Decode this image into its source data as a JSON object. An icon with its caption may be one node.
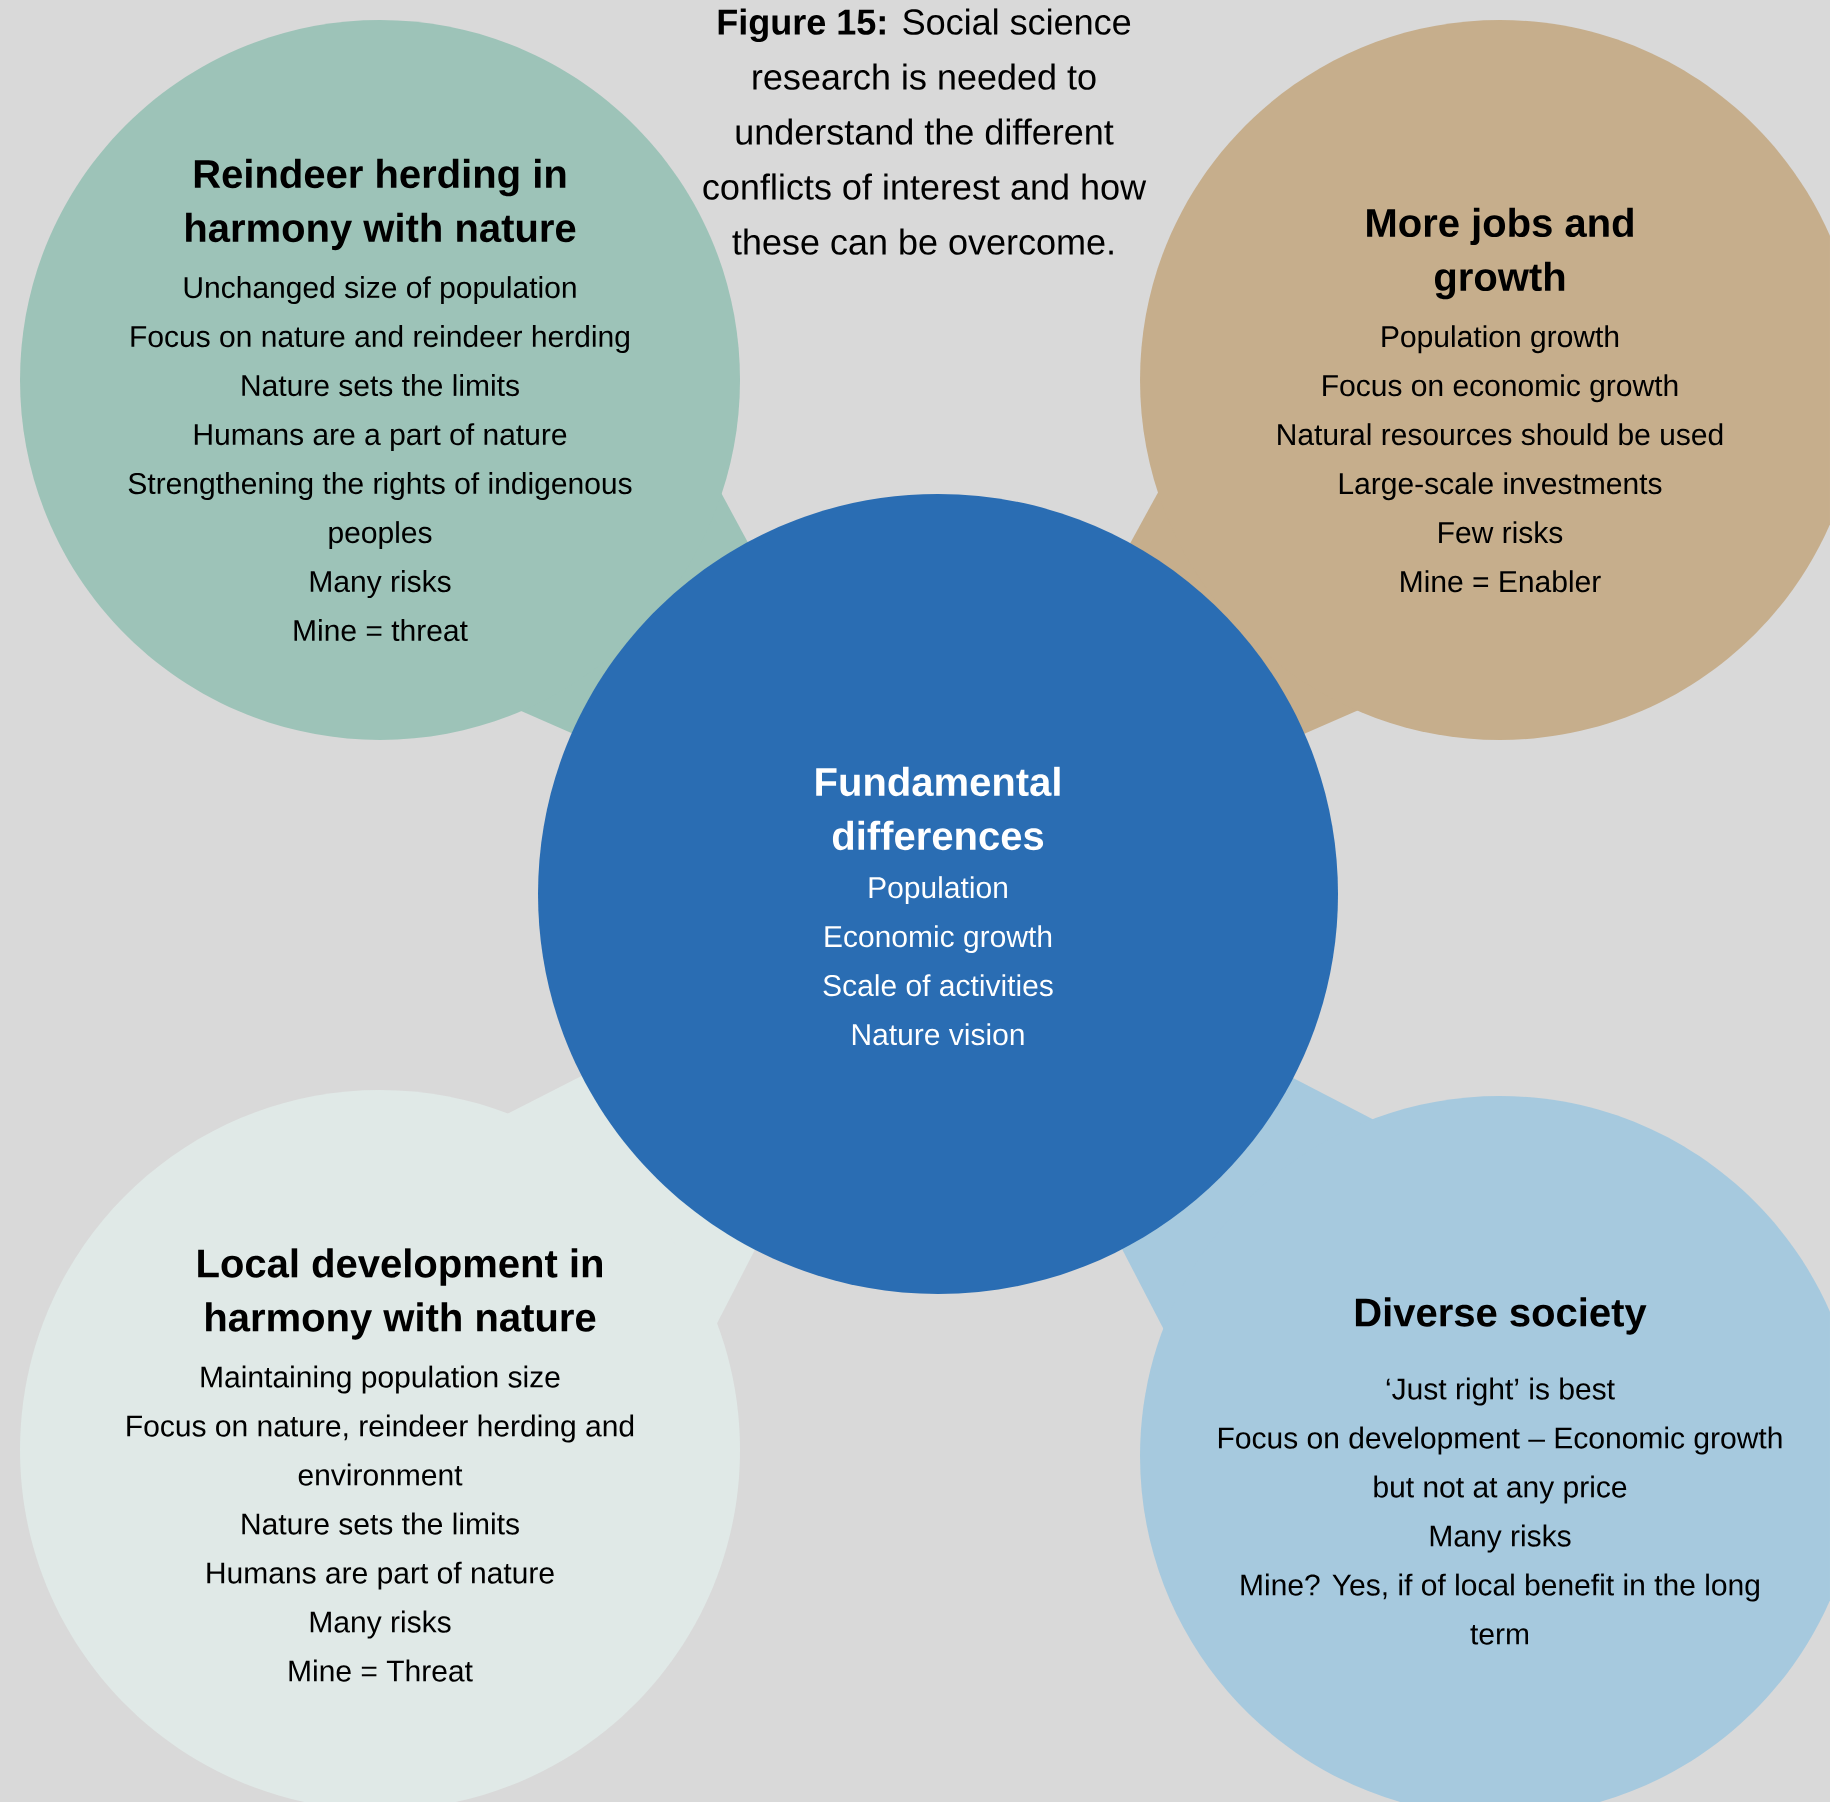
{
  "diagram": {
    "caption": "**Figure 15:** Social science research is needed to understand the different conflicts of interest and how these can be overcome.",
    "nodes": [
      {
        "text": [
          "Reindeer herding in harmony with nature",
          "Unchanged size of population",
          "Focus on nature and reindeer herding",
          "Nature sets the limits",
          "Humans are a part of nature",
          "Strengthening the rights of indigenous peoples",
          "Many risks",
          "Mine = threat"
        ]
      },
      {
        "text": [
          "More jobs and growth",
          "Population growth",
          "Focus on economic growth",
          "Natural resources should be used",
          "Large-scale investments",
          "Few risks",
          "Mine = Enabler"
        ]
      },
      {
        "text": [
          "Fundamental differences",
          "Population",
          "Economic growth",
          "Scale of activities",
          "Nature vision"
        ]
      },
      {
        "text": [
          "Local development in harmony with nature",
          "Maintaining population size",
          "Focus on nature, reindeer herding and environment",
          "Nature sets the limits",
          "Humans are part of nature",
          "Many risks",
          "Mine = Threat"
        ]
      },
      {
        "text": [
          "Diverse society",
          "‘Just right’ is best",
          "Focus on development – Economic growth but not at any price",
          "Many risks",
          "Mine? Yes, if of local benefit in the long term"
        ]
      }
    ]
  }
}
